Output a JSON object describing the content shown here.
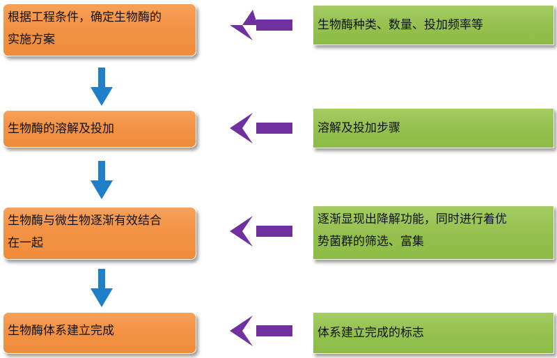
{
  "steps": [
    {
      "lines": [
        "根据工程条件，确定生物酶的",
        "实施方案"
      ]
    },
    {
      "lines": [
        "生物酶的溶解及投加"
      ]
    },
    {
      "lines": [
        "生物酶与微生物逐渐有效结合",
        "在一起"
      ]
    },
    {
      "lines": [
        "生物酶体系建立完成"
      ]
    }
  ],
  "notes": [
    {
      "lines": [
        "生物酶种类、数量、投加频率等"
      ]
    },
    {
      "lines": [
        "溶解及投加步骤"
      ]
    },
    {
      "lines": [
        "逐渐显现出降解功能，同时进行着优",
        "势菌群的筛选、富集"
      ]
    },
    {
      "lines": [
        "体系建立完成的标志"
      ]
    }
  ],
  "colors": {
    "step_fill": "#f39245",
    "note_fill": "#95c14f",
    "down_arrow": "#1f7fc8",
    "left_arrow": "#7030a0"
  }
}
